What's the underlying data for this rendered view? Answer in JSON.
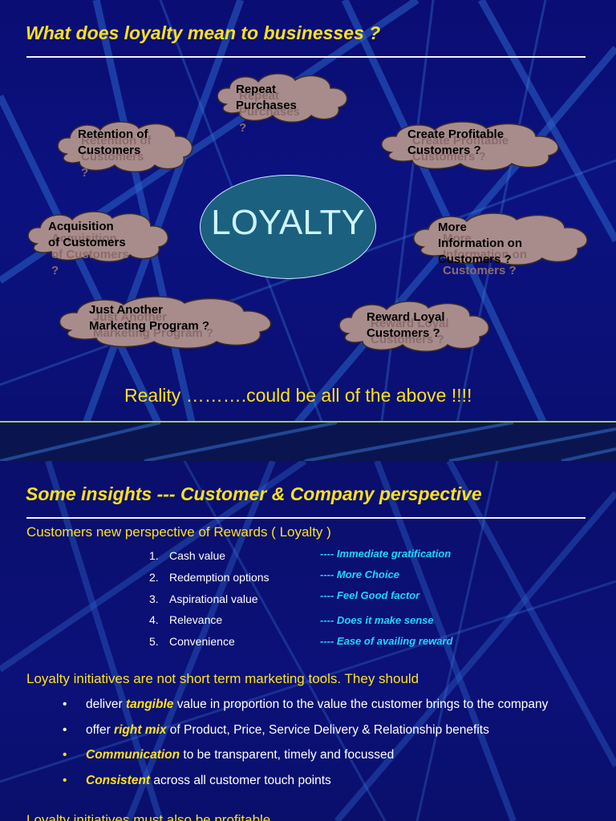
{
  "slide1": {
    "title": "What does loyalty mean to businesses ?",
    "center_label": "LOYALTY",
    "clouds": {
      "repeat": "Repeat\nPurchases",
      "repeat_ghost": "Repeat\nPurchases\n?",
      "retention": "Retention of\nCustomers",
      "retention_ghost": "Retention of\nCustomers\n?",
      "profitable": "Create Profitable\nCustomers ?",
      "profitable_ghost": "Create Profitable\nCustomers ?",
      "acquisition": "Acquisition\nof Customers",
      "acquisition_ghost": "Acquisition\nof Customers\n?",
      "information": "More\nInformation on\nCustomers ?",
      "information_ghost": "More\nInformation on\nCustomers ?",
      "program": "Just Another\nMarketing Program ?",
      "program_ghost": "Just Another\nMarketing Program ?",
      "reward": "Reward Loyal\nCustomers ?",
      "reward_ghost": "Reward Loyal\nCustomers ?"
    },
    "reality": "Reality ……….could be all of the above !!!!"
  },
  "slide2": {
    "title": "Some insights --- Customer & Company perspective",
    "subtitle": "Customers new perspective of Rewards ( Loyalty )",
    "items": [
      {
        "num": "1.",
        "label": "Cash value",
        "note": "---- Immediate gratification"
      },
      {
        "num": "2.",
        "label": "Redemption options",
        "note": "---- More Choice"
      },
      {
        "num": "3.",
        "label": "Aspirational value",
        "note": "---- Feel Good factor"
      },
      {
        "num": "4.",
        "label": "Relevance",
        "note": "---- Does it make sense"
      },
      {
        "num": "5.",
        "label": "Convenience",
        "note": "---- Ease of availing reward"
      }
    ],
    "initiatives_heading": "Loyalty initiatives are not short term marketing tools. They should",
    "bullets": [
      {
        "pre": "deliver ",
        "hl": "tangible",
        "post": " value in proportion to the value the customer brings to the company"
      },
      {
        "pre": "offer ",
        "hl": "right mix",
        "post": " of Product, Price, Service Delivery & Relationship benefits"
      },
      {
        "pre": "",
        "hl": "Communication",
        "post": " to be transparent, timely and focussed"
      },
      {
        "pre": "",
        "hl": "Consistent",
        "post": " across all customer touch points"
      }
    ],
    "bottom_partial": "Loyalty initiatives must also be profitable"
  },
  "colors": {
    "background": "#0b1280",
    "title_yellow": "#ffe11a",
    "note_cyan": "#1ed7ff",
    "cloud_fill": "#a88c8c",
    "center_fill": "#1b607f"
  }
}
